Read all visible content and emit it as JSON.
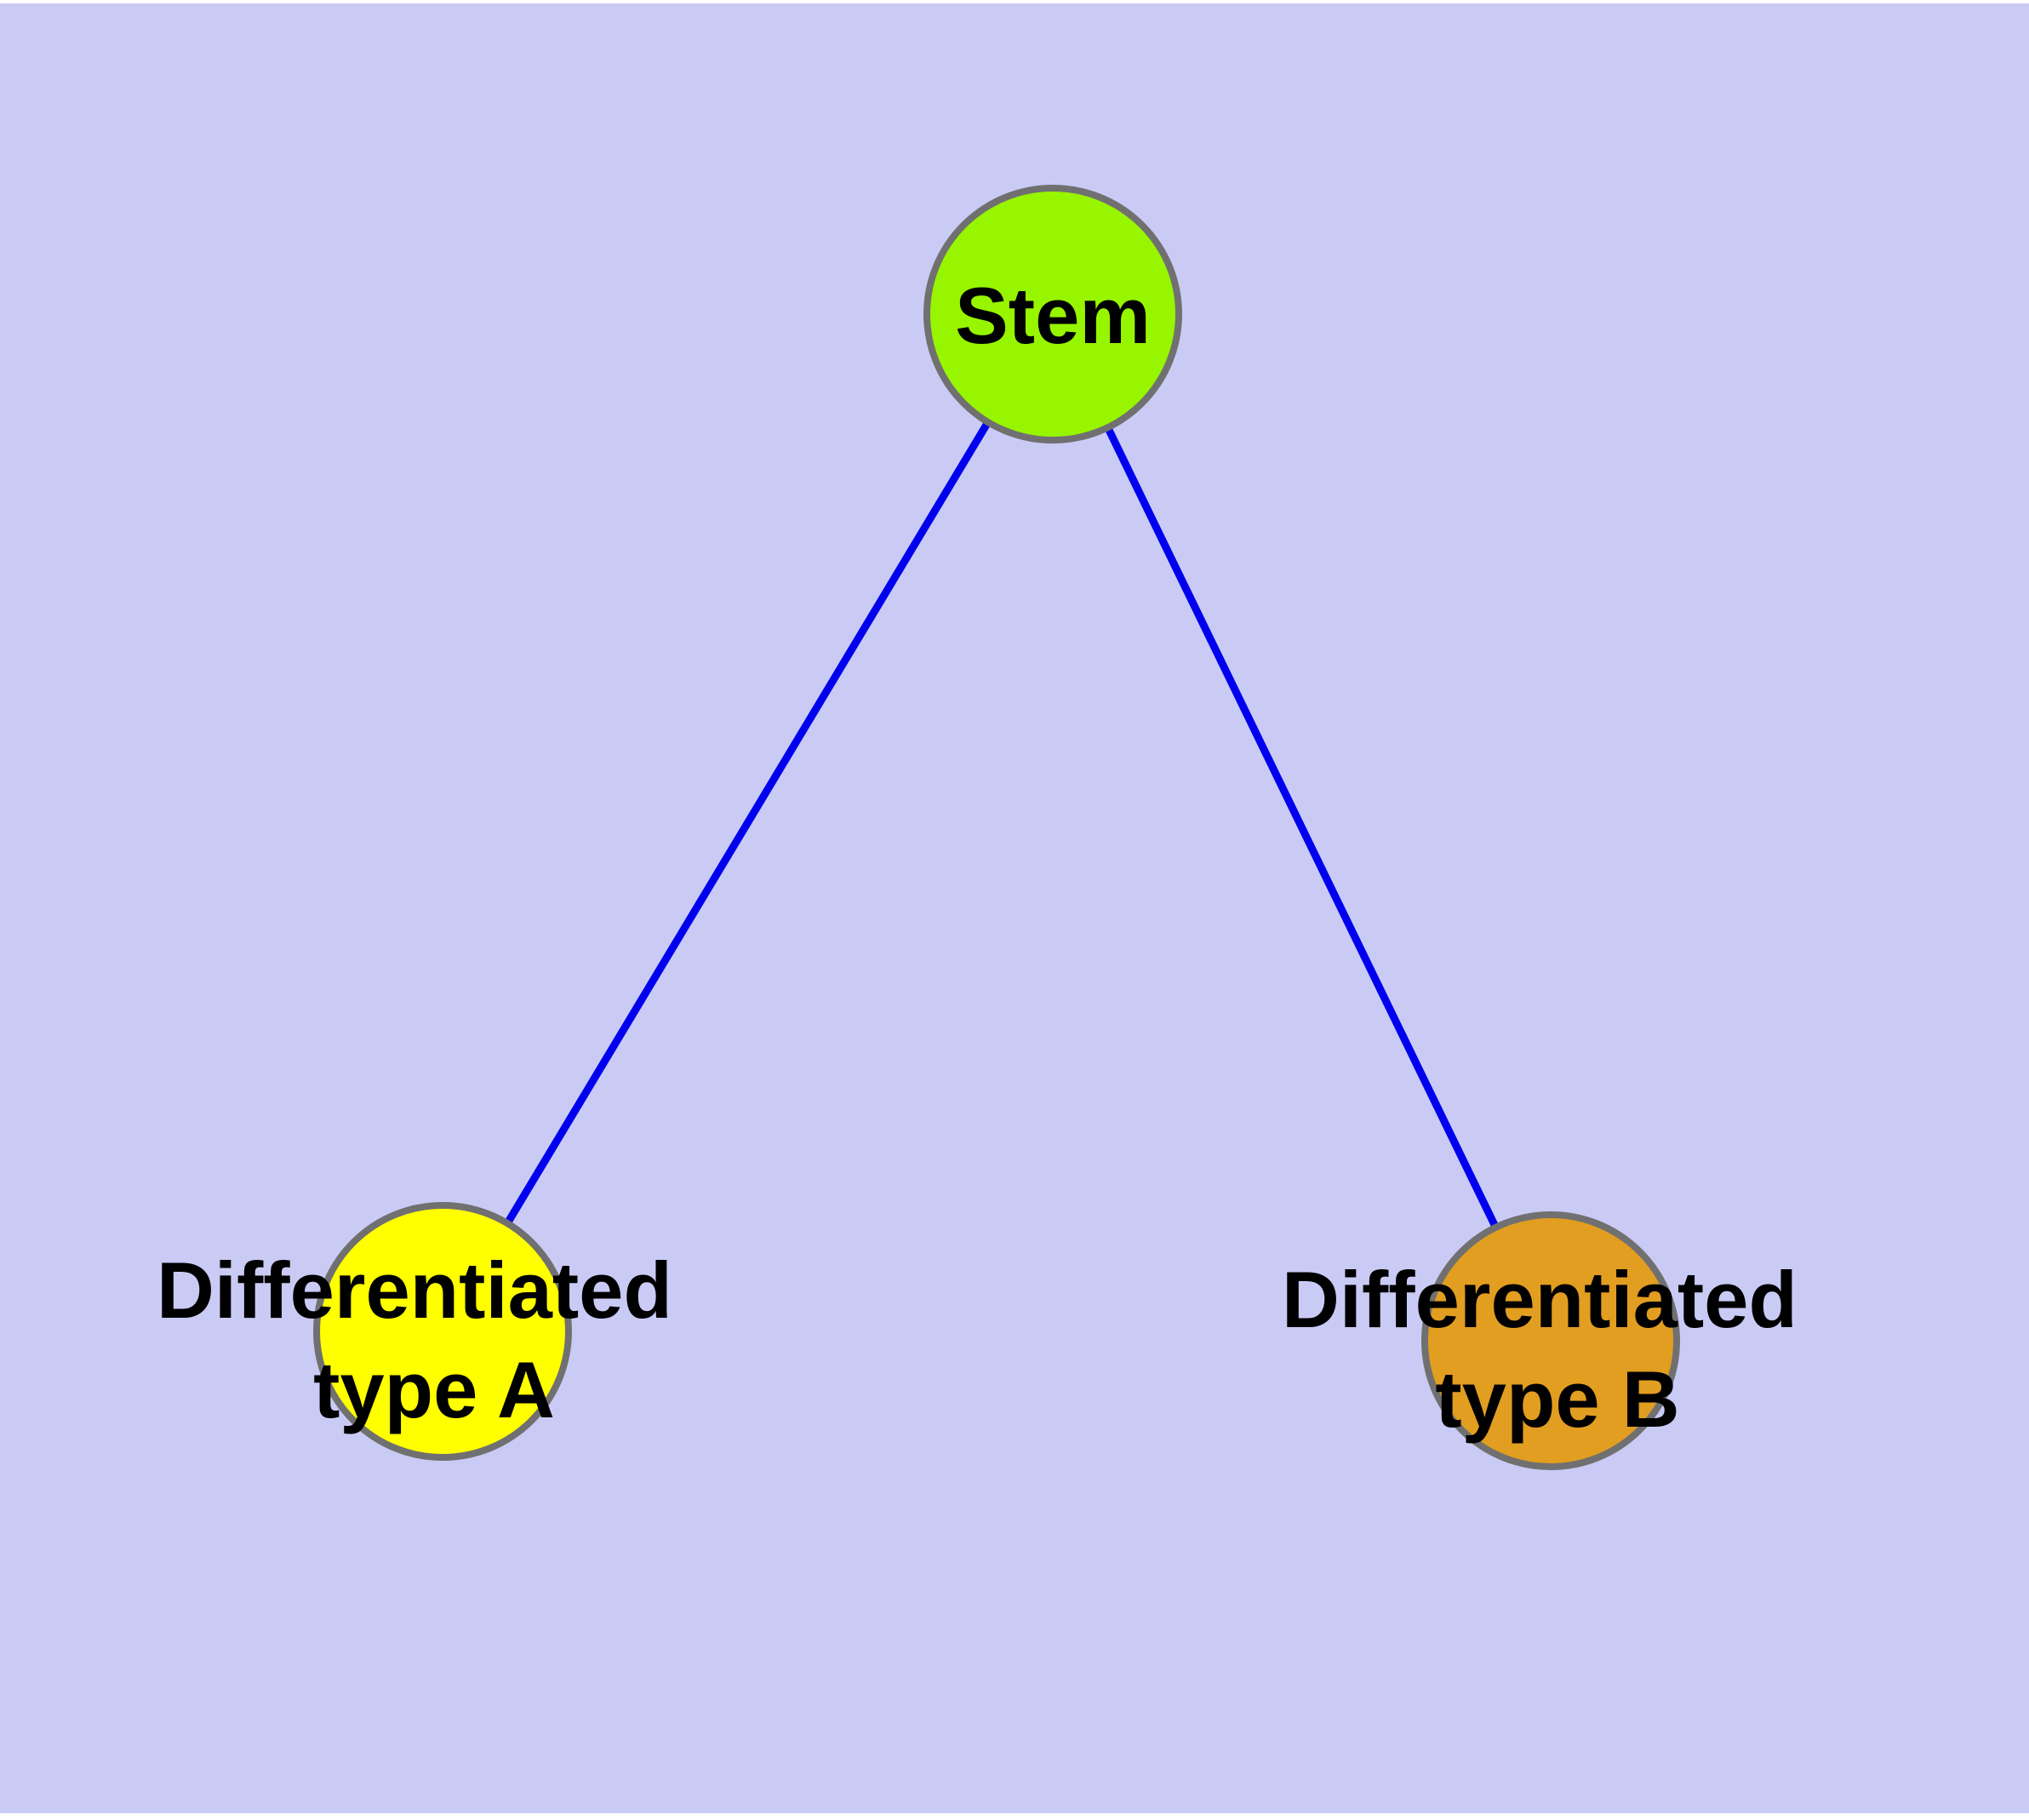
{
  "background": {
    "page": "#FFFFFF",
    "panel": "#CACBF5"
  },
  "graph": {
    "edge_color": "#0000EE",
    "node_border_color": "#707070",
    "label_color": "#000000",
    "nodes": {
      "stem": {
        "label": "Stem",
        "fill": "#97F500"
      },
      "type_a": {
        "label_line1": "Differentiated",
        "label_line2": "type A",
        "fill": "#FFFF00"
      },
      "type_b": {
        "label_line1": "Differentiated",
        "label_line2": "type B",
        "fill": "#E29E20"
      }
    },
    "edges": [
      {
        "from": "stem",
        "to": "type_a"
      },
      {
        "from": "stem",
        "to": "type_b"
      }
    ]
  }
}
